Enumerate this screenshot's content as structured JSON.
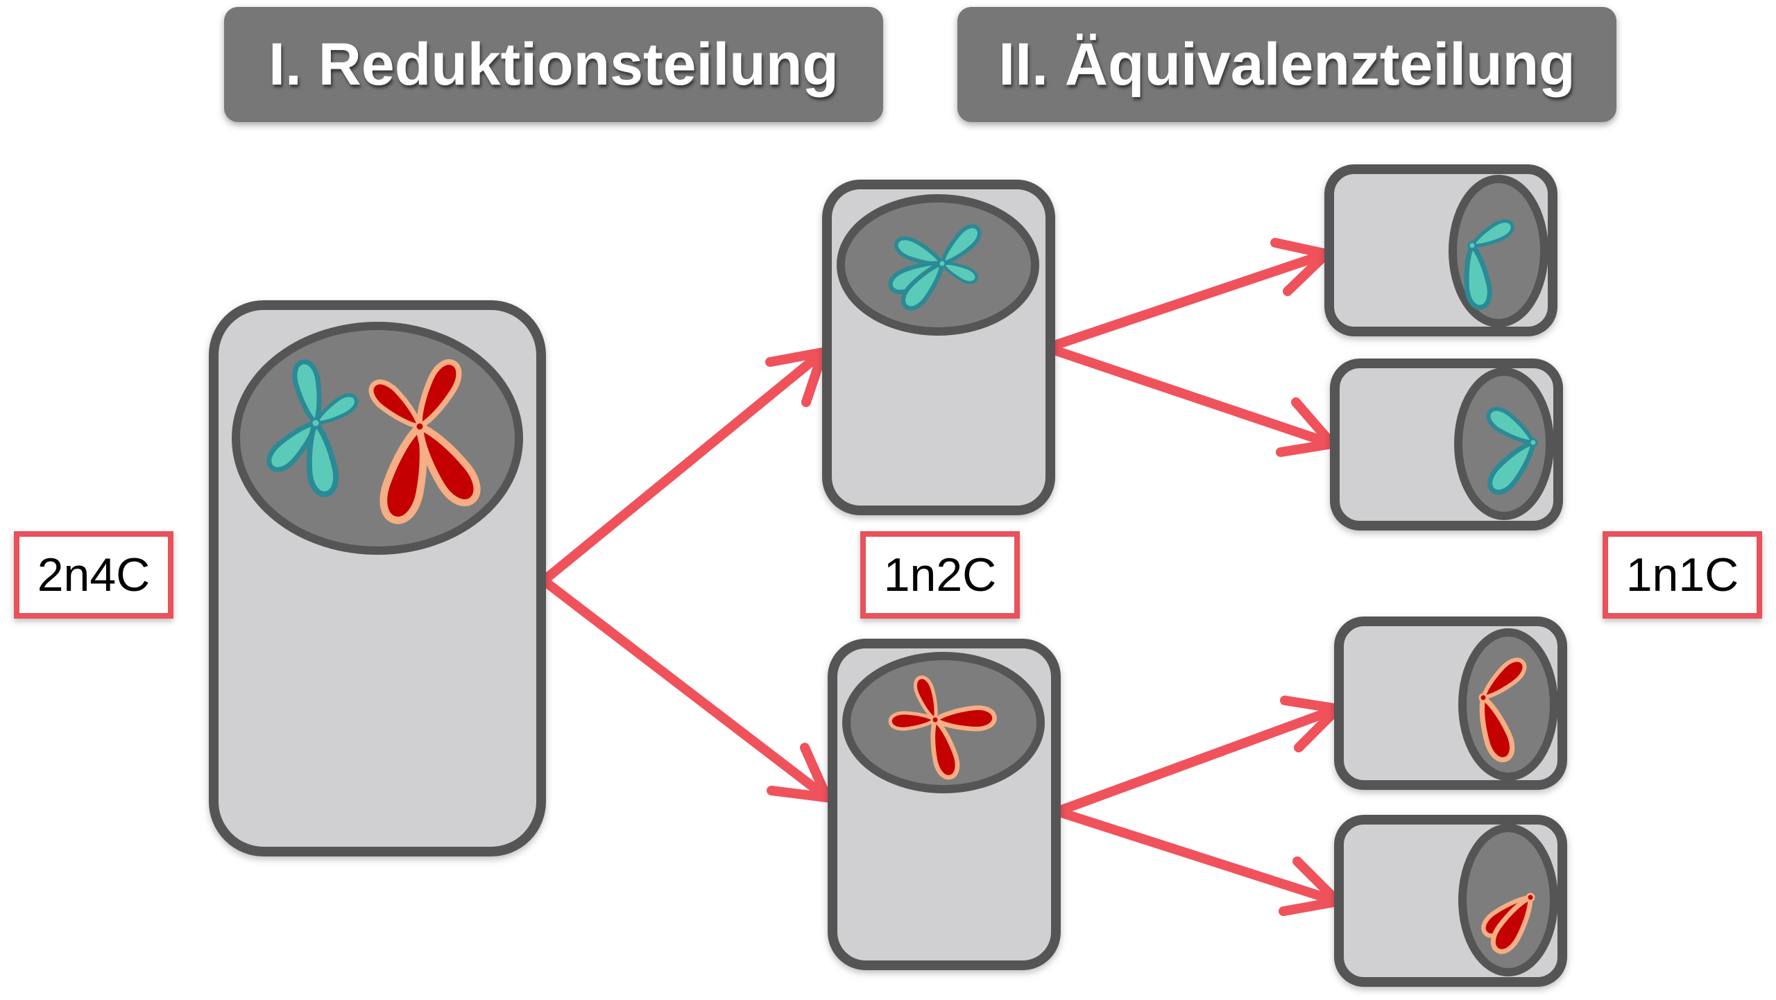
{
  "headers": {
    "reduction": "I. Reduktionsteilung",
    "equational": "II. Äquivalenzteilung"
  },
  "ploidy_labels": {
    "diploid": "2n4C",
    "after_meiosis_1": "1n2C",
    "after_meiosis_2": "1n1C"
  },
  "colors": {
    "header_bg": "#777777",
    "arrow": "#f0525c",
    "cell_fill": "#d0cfd1",
    "cell_border": "#555555",
    "nucleus_fill": "#7d7d7d",
    "chromosome_teal": "#5ccab8",
    "chromosome_teal_outline": "#2a8a96",
    "chromosome_red": "#c40000",
    "chromosome_red_outline": "#f6ae84",
    "label_border": "#e8525b"
  }
}
